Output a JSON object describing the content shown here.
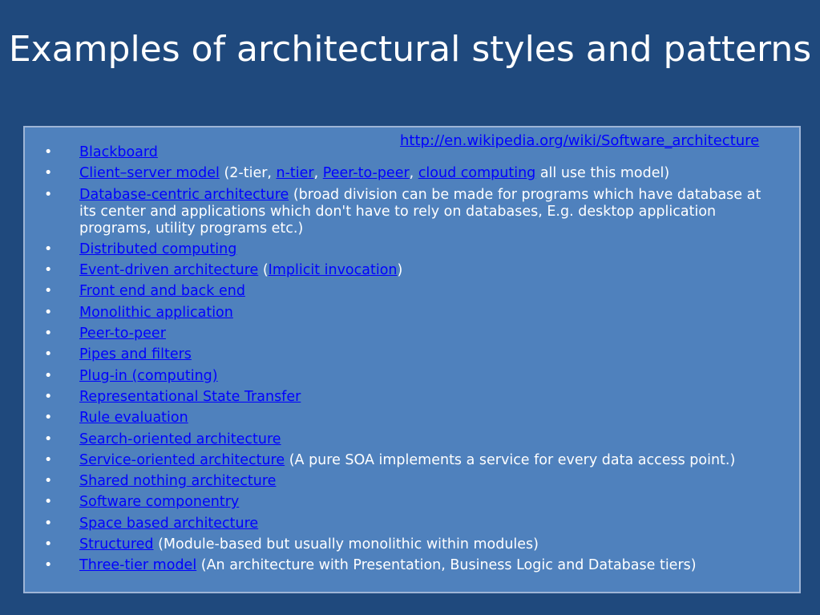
{
  "title": "Examples of architectural styles and patterns",
  "source_link": "http://en.wikipedia.org/wiki/Software_architecture",
  "bullet": "•",
  "items": [
    {
      "link": "Blackboard"
    },
    {
      "link": "Client–server model",
      "t1": " (2-tier, ",
      "l2": "n-tier",
      "t2": ", ",
      "l3": "Peer-to-peer",
      "t3": ", ",
      "l4": "cloud computing",
      "t4": " all use this model)"
    },
    {
      "link": "Database-centric architecture",
      "t1": " (broad division can be made for programs which have database at its center and applications which don't have to rely on databases, E.g. desktop application programs, utility programs etc.)"
    },
    {
      "link": "Distributed computing"
    },
    {
      "link": "Event-driven architecture",
      "t1": " (",
      "l2": "Implicit invocation",
      "t2": ")"
    },
    {
      "link": "Front end and back end"
    },
    {
      "link": "Monolithic application"
    },
    {
      "link": "Peer-to-peer"
    },
    {
      "link": "Pipes and filters"
    },
    {
      "link": "Plug-in (computing)"
    },
    {
      "link": "Representational State Transfer"
    },
    {
      "link": "Rule evaluation"
    },
    {
      "link": "Search-oriented architecture"
    },
    {
      "link": "Service-oriented architecture",
      "t1": " (A pure SOA implements a service for every data access point.)"
    },
    {
      "link": "Shared nothing architecture"
    },
    {
      "link": "Software componentry"
    },
    {
      "link": "Space based architecture"
    },
    {
      "link": "Structured",
      "t1": " (Module-based but usually monolithic within modules)"
    },
    {
      "link": "Three-tier model",
      "t1": " (An architecture with Presentation, Business Logic and Database tiers)"
    }
  ]
}
